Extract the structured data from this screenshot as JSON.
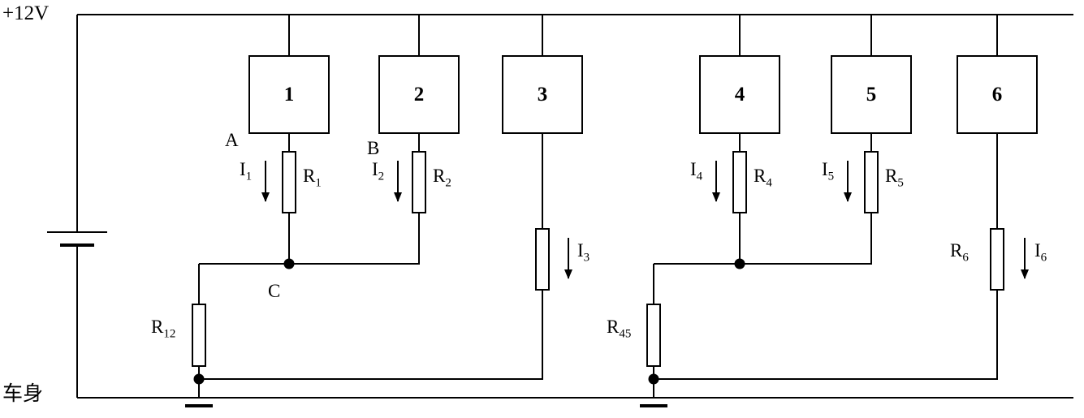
{
  "diagram": {
    "title": "automotive parallel load circuit",
    "power_label": "+12V",
    "chassis_label": "车身",
    "wire_color": "#000000",
    "boxes": [
      "1",
      "2",
      "3",
      "4",
      "5",
      "6"
    ],
    "node_labels": {
      "a": "A",
      "b": "B",
      "c": "C"
    },
    "labels": {
      "i1": {
        "base": "I",
        "sub": "1"
      },
      "i2": {
        "base": "I",
        "sub": "2"
      },
      "i3": {
        "base": "I",
        "sub": "3"
      },
      "i4": {
        "base": "I",
        "sub": "4"
      },
      "i5": {
        "base": "I",
        "sub": "5"
      },
      "i6": {
        "base": "I",
        "sub": "6"
      },
      "r1": {
        "base": "R",
        "sub": "1"
      },
      "r2": {
        "base": "R",
        "sub": "2"
      },
      "r4": {
        "base": "R",
        "sub": "4"
      },
      "r5": {
        "base": "R",
        "sub": "5"
      },
      "r6": {
        "base": "R",
        "sub": "6"
      },
      "r12": {
        "base": "R",
        "sub": "12"
      },
      "r45": {
        "base": "R",
        "sub": "45"
      }
    }
  }
}
